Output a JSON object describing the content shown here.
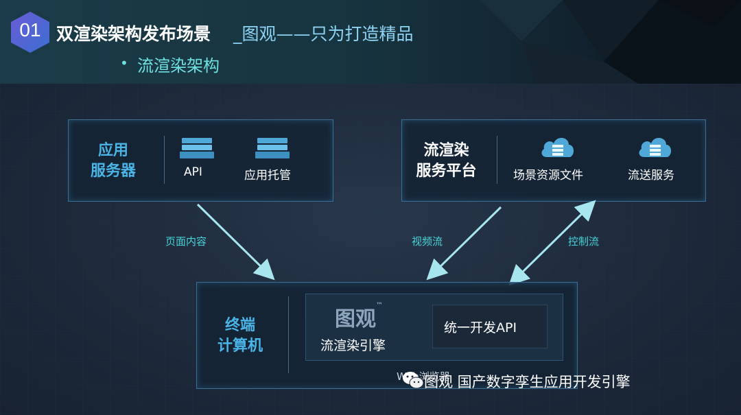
{
  "header": {
    "number": "01",
    "title": "双渲染架构发布场景",
    "subtitle": "_图观——只为打造精品",
    "bullet": "•",
    "bullet_text": "流渲染架构"
  },
  "app_server": {
    "title_line1": "应用",
    "title_line2": "服务器",
    "items": [
      "API",
      "应用托管"
    ]
  },
  "stream_platform": {
    "title_line1": "流渲染",
    "title_line2": "服务平台",
    "items": [
      "场景资源文件",
      "流送服务"
    ]
  },
  "terminal": {
    "title_line1": "终端",
    "title_line2": "计算机",
    "engine_brand": "图观",
    "engine_tm": "™",
    "engine_name": "流渲染引擎",
    "api": "统一开发API",
    "browser": "Web浏览器"
  },
  "flows": {
    "page_content": "页面内容",
    "video_stream": "视频流",
    "control_stream": "控制流"
  },
  "watermark": "图观 国产数字孪生应用开发引擎",
  "colors": {
    "accent_blue": "#4ab4e6",
    "accent_cyan": "#49d3d8",
    "arrow": "#a8e6ef"
  }
}
